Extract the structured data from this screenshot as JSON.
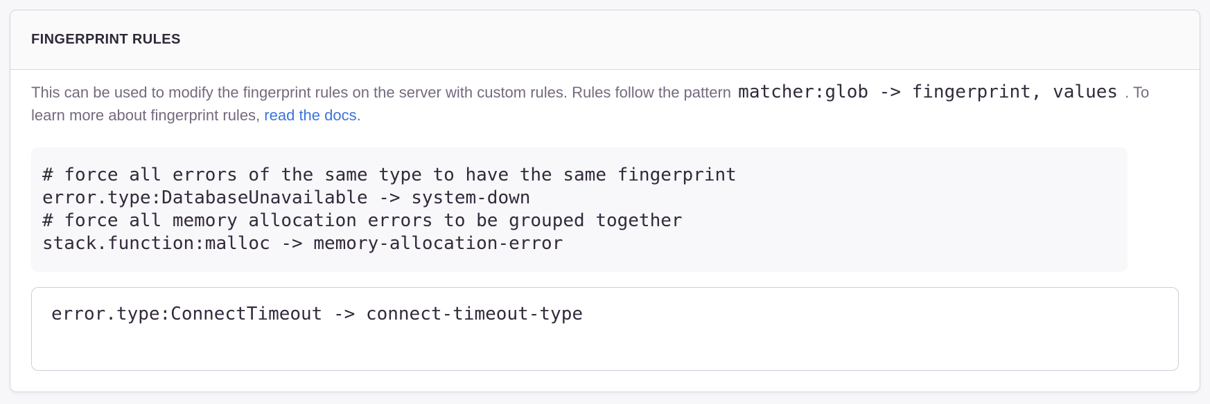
{
  "panel": {
    "title": "FINGERPRINT RULES",
    "description_segments": [
      {
        "type": "text",
        "text": "This can be used to modify the fingerprint rules on the server with custom rules. Rules follow the pattern "
      },
      {
        "type": "code",
        "text": "matcher:glob -> fingerprint, values"
      },
      {
        "type": "text",
        "text": " . To learn more about fingerprint rules, "
      },
      {
        "type": "link",
        "text": "read the docs."
      }
    ],
    "example_code_lines": [
      "# force all errors of the same type to have the same fingerprint",
      "error.type:DatabaseUnavailable -> system-down",
      "# force all memory allocation errors to be grouped together",
      "stack.function:malloc -> memory-allocation-error"
    ],
    "rules_input": {
      "value": "error.type:ConnectTimeout -> connect-timeout-type",
      "placeholder": ""
    }
  },
  "colors": {
    "link": "#3c74db",
    "heading_text": "#2f2936",
    "body_text": "#75697f",
    "code_text": "#322a3c",
    "code_block_background": "#f8f7f9",
    "panel_background": "#ffffff",
    "header_background": "#fafafb",
    "page_background": "#f7f6f9",
    "border": "#d7d3e0"
  }
}
